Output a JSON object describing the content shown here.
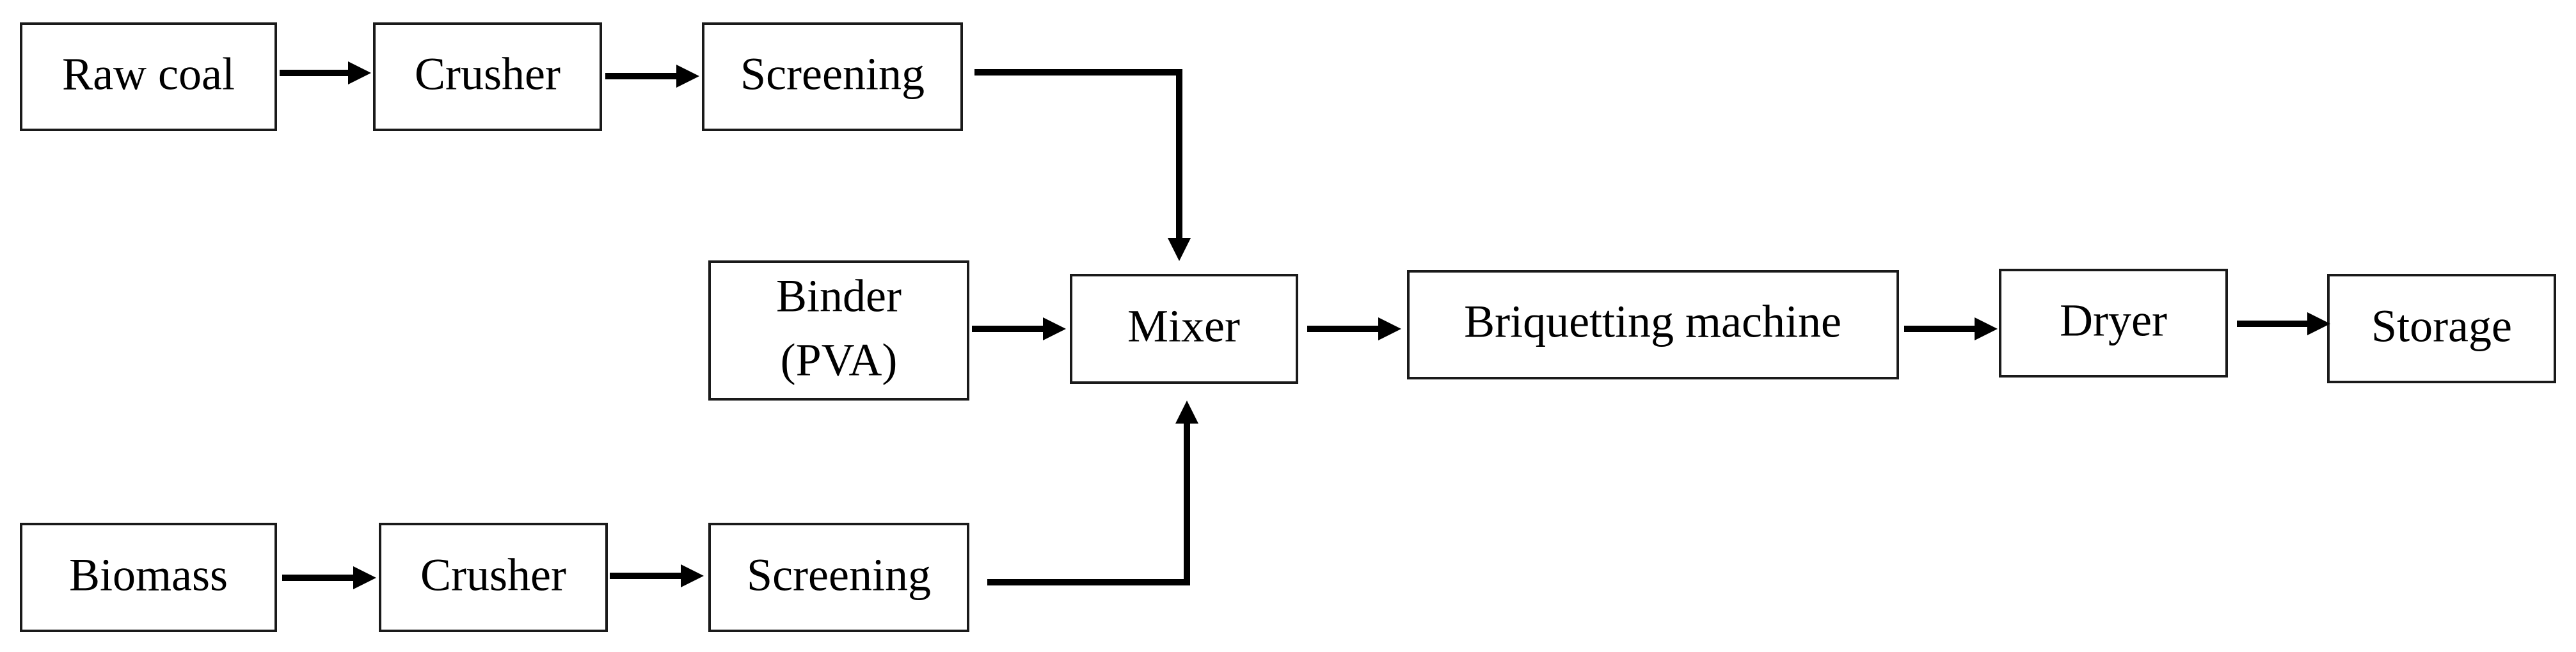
{
  "diagram": {
    "nodes": {
      "raw_coal": "Raw coal",
      "crusher_coal": "Crusher",
      "screening_coal": "Screening",
      "binder_line1": "Binder",
      "binder_line2": "(PVA)",
      "mixer": "Mixer",
      "briquetting_machine": "Briquetting machine",
      "dryer": "Dryer",
      "storage": "Storage",
      "biomass": "Biomass",
      "crusher_biomass": "Crusher",
      "screening_biomass": "Screening"
    },
    "edges": [
      {
        "from": "Raw coal",
        "to": "Crusher"
      },
      {
        "from": "Crusher",
        "to": "Screening"
      },
      {
        "from": "Screening",
        "to": "Mixer"
      },
      {
        "from": "Binder (PVA)",
        "to": "Mixer"
      },
      {
        "from": "Biomass",
        "to": "Crusher"
      },
      {
        "from": "Crusher",
        "to": "Screening"
      },
      {
        "from": "Screening",
        "to": "Mixer"
      },
      {
        "from": "Mixer",
        "to": "Briquetting machine"
      },
      {
        "from": "Briquetting machine",
        "to": "Dryer"
      },
      {
        "from": "Dryer",
        "to": "Storage"
      }
    ]
  }
}
